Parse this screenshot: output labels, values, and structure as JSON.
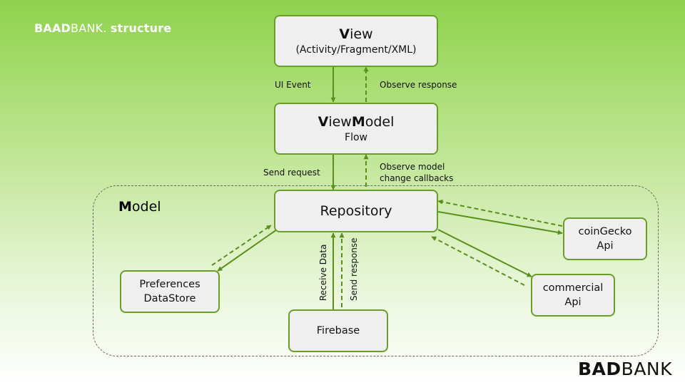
{
  "header": {
    "brand_bold": "BAAD",
    "brand_regular": "BANK.",
    "title": "structure"
  },
  "model_region": {
    "label_first": "M",
    "label_rest": "odel"
  },
  "nodes": {
    "view": {
      "title_first": "V",
      "title_rest": "iew",
      "subtitle": "(Activity/Fragment/XML)"
    },
    "viewmodel": {
      "title_a": "V",
      "title_b": "iew",
      "title_c": "M",
      "title_d": "odel",
      "subtitle": "Flow"
    },
    "repository": {
      "title": "Repository"
    },
    "coingecko": {
      "line1": "coinGecko",
      "line2": "Api"
    },
    "commercial": {
      "line1": "commercial",
      "line2": "Api"
    },
    "preferences": {
      "line1": "Preferences",
      "line2": "DataStore"
    },
    "firebase": {
      "title": "Firebase"
    }
  },
  "edges": {
    "ui_event": "UI Event",
    "observe_response": "Observe response",
    "send_request": "Send request",
    "observe_model_1": "Observe model",
    "observe_model_2": "change callbacks",
    "receive_data": "Receive Data",
    "send_response": "Send response"
  },
  "logo": {
    "part1": "BA",
    "part2": "D",
    "part3": "BANK"
  },
  "colors": {
    "arrow": "#5a8f1c",
    "node_border": "#6a9e2a",
    "node_fill": "#efefef"
  }
}
